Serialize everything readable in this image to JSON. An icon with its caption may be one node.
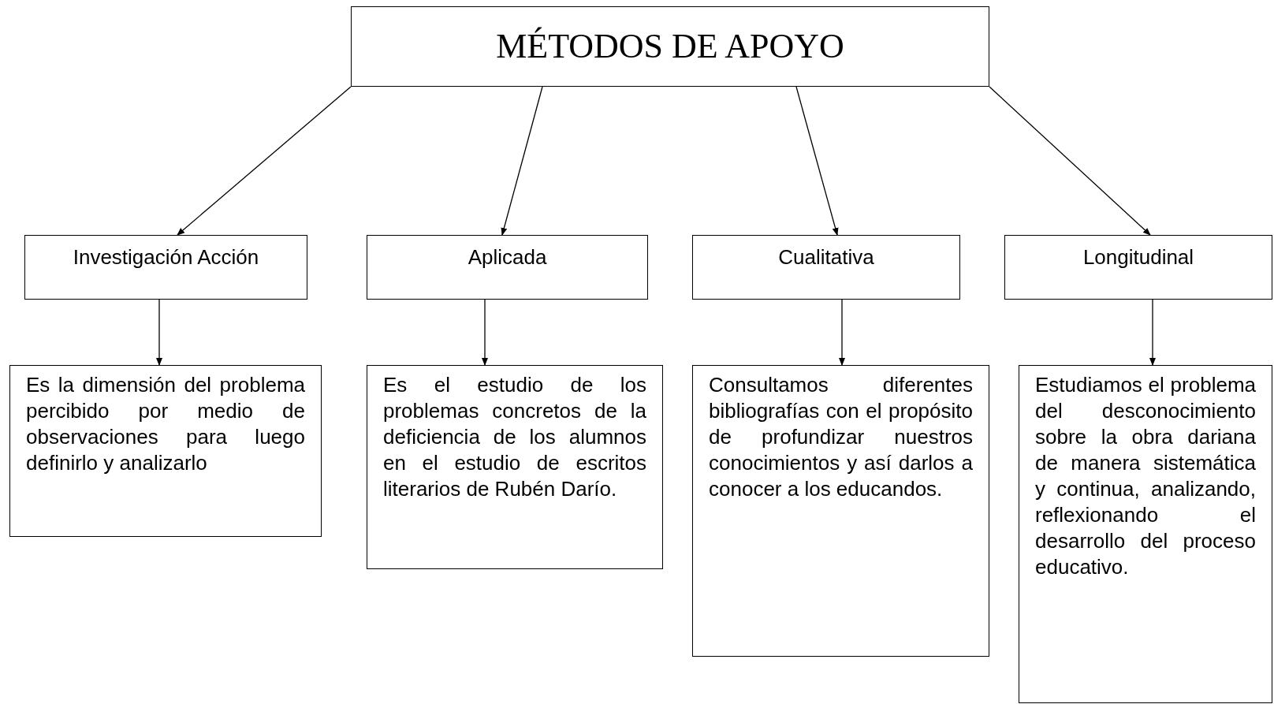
{
  "diagram": {
    "nodes": [
      {
        "text": [
          "MÉTODOS DE APOYO"
        ]
      },
      {
        "text": [
          "Investigación Acción"
        ]
      },
      {
        "text": [
          "Aplicada"
        ]
      },
      {
        "text": [
          "Cualitativa"
        ]
      },
      {
        "text": [
          "Longitudinal"
        ]
      },
      {
        "text": [
          "Es la dimensión del problema percibido por medio de observaciones para luego definirlo y analizarlo"
        ]
      },
      {
        "text": [
          "Es el estudio de los problemas concretos de la deficiencia de los alumnos en el estudio de escritos literarios de Rubén Darío."
        ]
      },
      {
        "text": [
          "Consultamos diferentes bibliografías con el propósito de profundizar nuestros conocimientos y así darlos a conocer a los educandos."
        ]
      },
      {
        "text": [
          "Estudiamos el problema del desconocimiento sobre la obra dariana de manera sistemática y continua, analizando, reflexionando el desarrollo del proceso educativo."
        ]
      }
    ],
    "edges": [
      {
        "from": 0,
        "to": 1,
        "arrow": "to"
      },
      {
        "from": 0,
        "to": 2,
        "arrow": "to"
      },
      {
        "from": 0,
        "to": 3,
        "arrow": "to"
      },
      {
        "from": 0,
        "to": 4,
        "arrow": "to"
      },
      {
        "from": 1,
        "to": 5,
        "arrow": "to"
      },
      {
        "from": 2,
        "to": 6,
        "arrow": "to"
      },
      {
        "from": 3,
        "to": 7,
        "arrow": "to"
      },
      {
        "from": 4,
        "to": 8,
        "arrow": "to"
      }
    ]
  }
}
